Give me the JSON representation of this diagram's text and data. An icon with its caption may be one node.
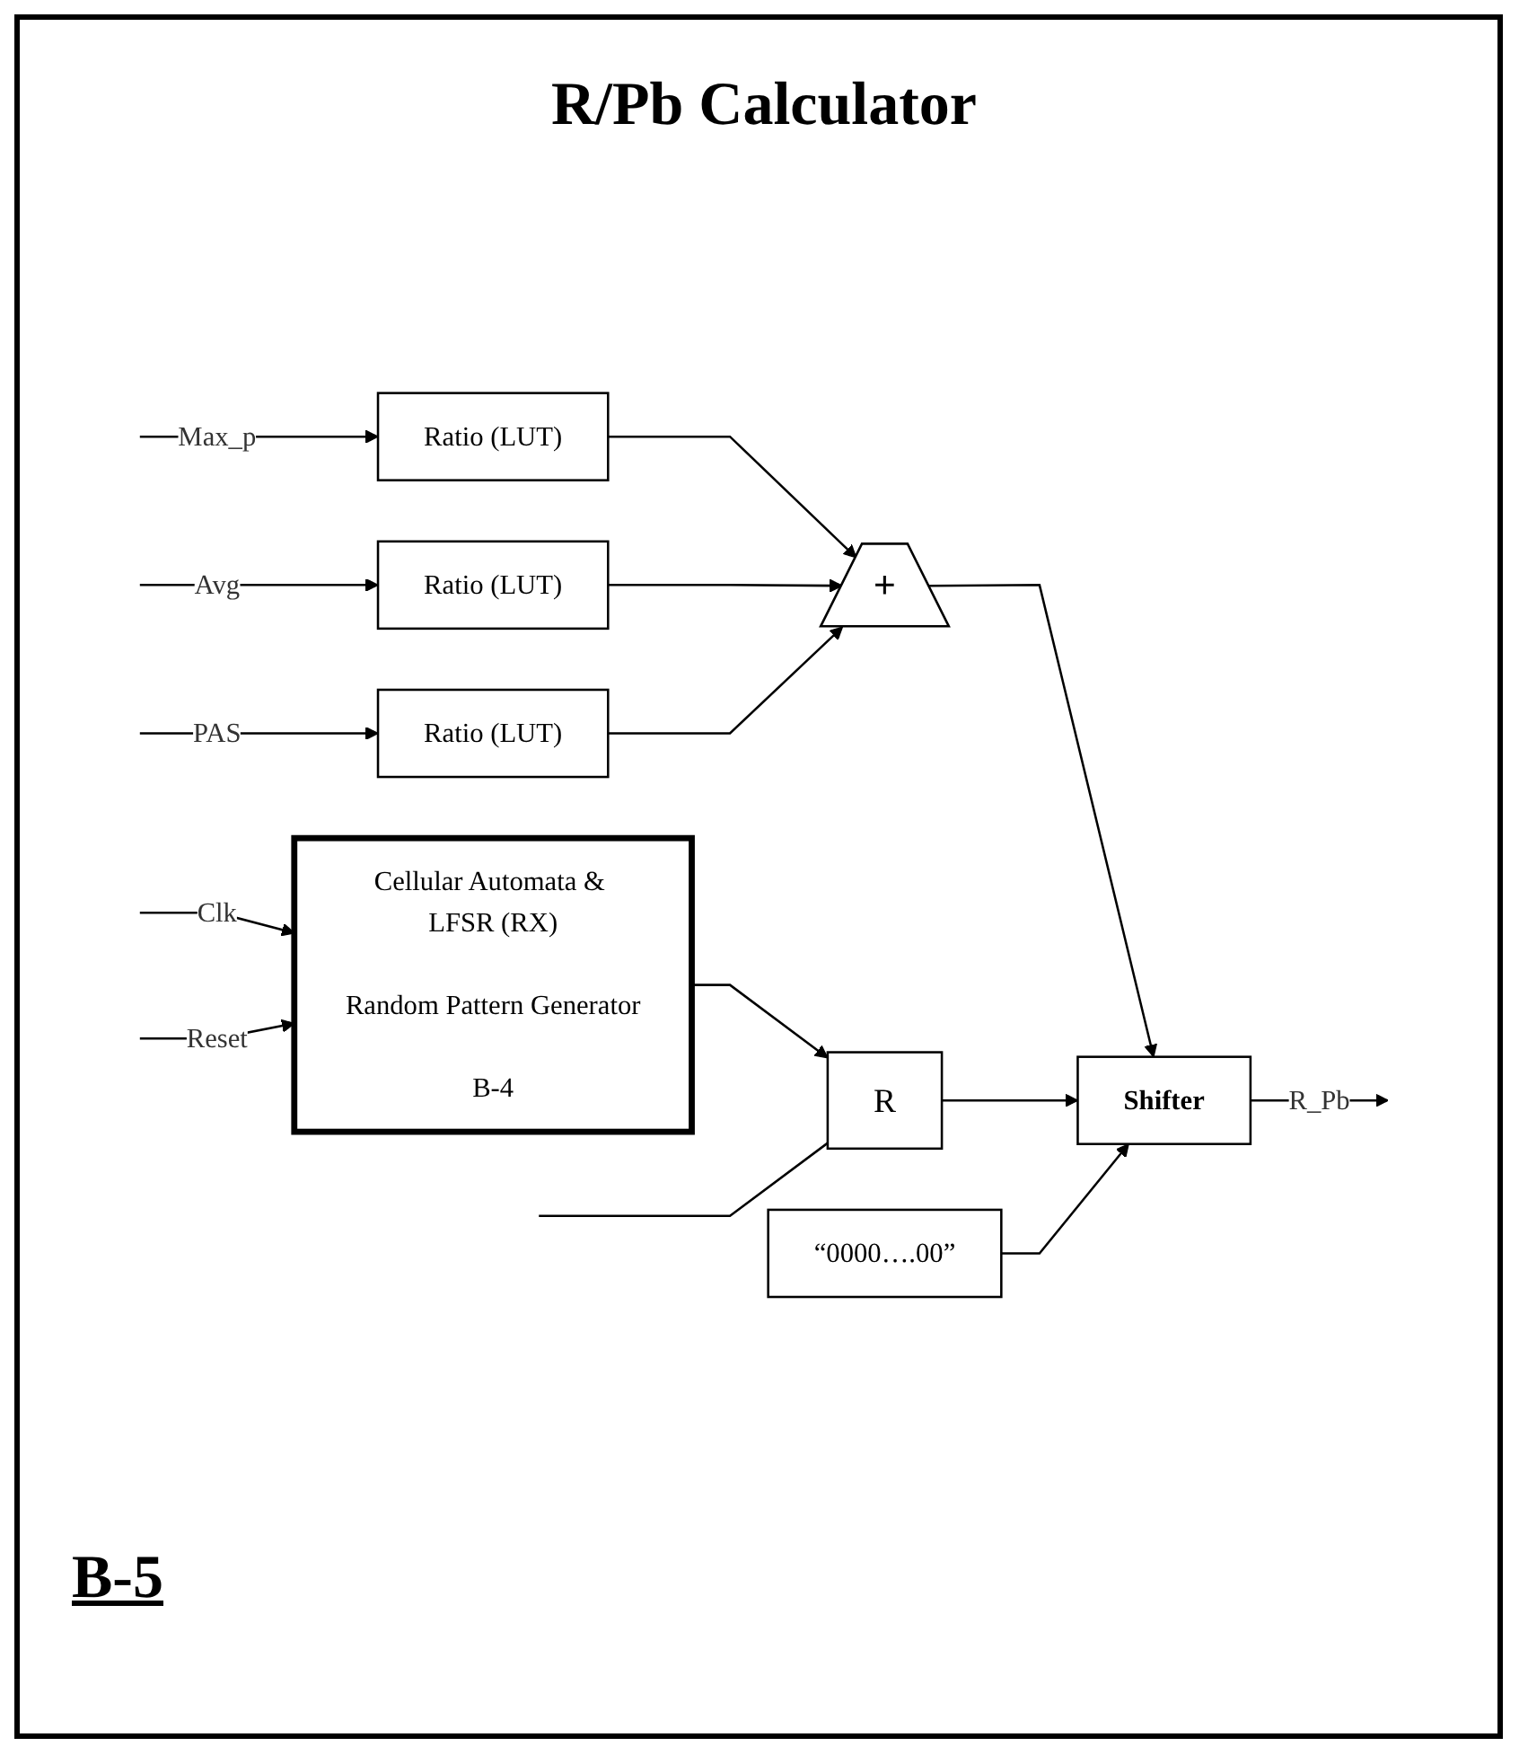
{
  "diagram": {
    "title": "R/Pb Calculator",
    "nodes": [
      {
        "text": [
          "Ratio (LUT)"
        ]
      },
      {
        "text": [
          "Ratio (LUT)"
        ]
      },
      {
        "text": [
          "Ratio (LUT)"
        ]
      },
      {
        "text": [
          "+"
        ]
      },
      {
        "text": [
          "Cellular Automata & LFSR (RX)",
          "Random Pattern Generator",
          "B-4"
        ]
      },
      {
        "text": [
          "R"
        ]
      },
      {
        "text": [
          "Shifter"
        ]
      },
      {
        "text": [
          "“0000….00”"
        ]
      }
    ],
    "edges": [
      {
        "from": null,
        "to": 0,
        "label": "Max_p",
        "arrow": "to"
      },
      {
        "from": null,
        "to": 1,
        "label": "Avg",
        "arrow": "to"
      },
      {
        "from": null,
        "to": 2,
        "label": "PAS",
        "arrow": "to"
      },
      {
        "from": 0,
        "to": 3,
        "arrow": "to"
      },
      {
        "from": 1,
        "to": 3,
        "arrow": "to"
      },
      {
        "from": 2,
        "to": 3,
        "arrow": "to"
      },
      {
        "from": null,
        "to": 4,
        "label": "Clk",
        "arrow": "to"
      },
      {
        "from": null,
        "to": 4,
        "label": "Reset",
        "arrow": "to"
      },
      {
        "from": 4,
        "to": 5,
        "arrow": "to"
      },
      {
        "from": null,
        "to": 5,
        "arrow": "none"
      },
      {
        "from": 3,
        "to": 6,
        "arrow": "to"
      },
      {
        "from": 5,
        "to": 6,
        "arrow": "to"
      },
      {
        "from": 7,
        "to": 6,
        "arrow": "to"
      },
      {
        "from": 6,
        "to": null,
        "label": "R_Pb",
        "arrow": "to"
      }
    ],
    "labels": [
      "B-5"
    ]
  }
}
